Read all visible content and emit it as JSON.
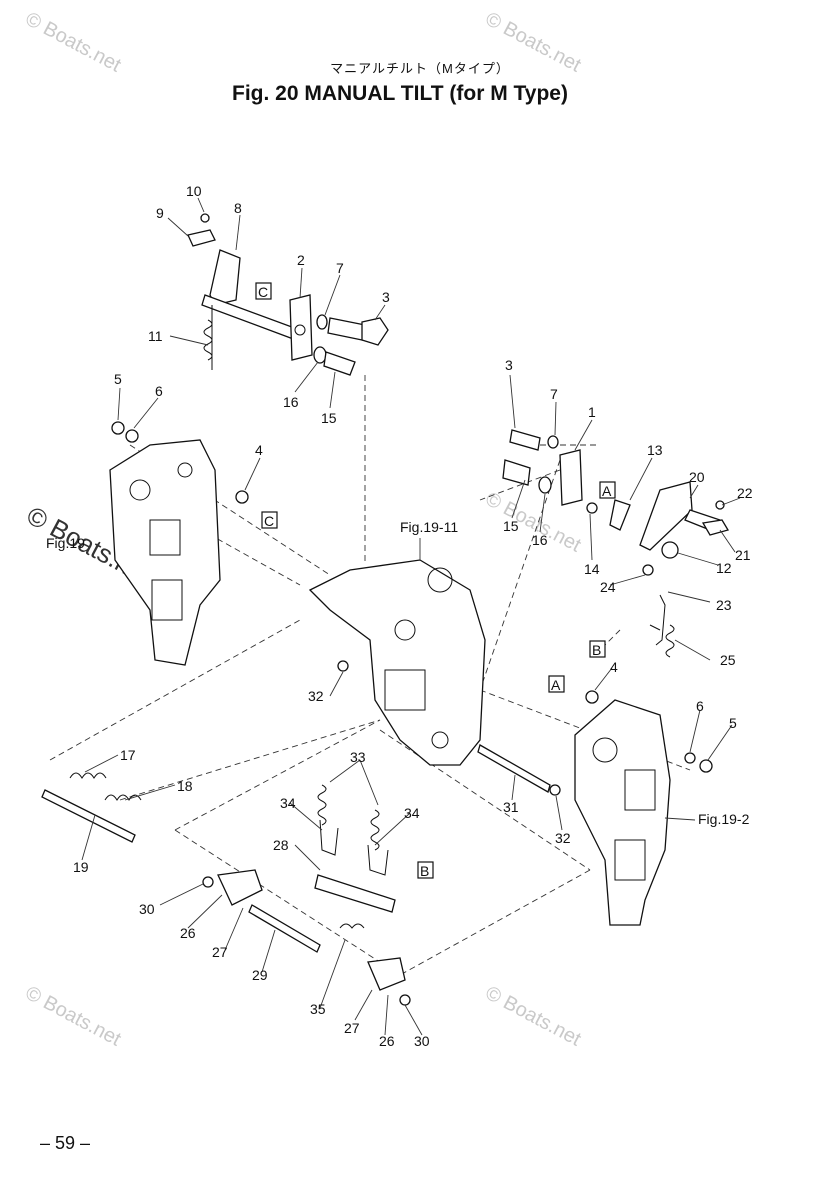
{
  "header": {
    "jp_title": "マニアルチルト（Mタイプ）",
    "title": "Fig. 20   MANUAL TILT (for M Type)"
  },
  "watermarks": {
    "small": "© Boats.net",
    "large": "© Boats.net"
  },
  "diagram": {
    "labels": [
      {
        "id": "10",
        "text": "10"
      },
      {
        "id": "9",
        "text": "9"
      },
      {
        "id": "8",
        "text": "8"
      },
      {
        "id": "2",
        "text": "2"
      },
      {
        "id": "7a",
        "text": "7"
      },
      {
        "id": "3a",
        "text": "3"
      },
      {
        "id": "11",
        "text": "11"
      },
      {
        "id": "16a",
        "text": "16"
      },
      {
        "id": "15a",
        "text": "15"
      },
      {
        "id": "5a",
        "text": "5"
      },
      {
        "id": "6a",
        "text": "6"
      },
      {
        "id": "4a",
        "text": "4"
      },
      {
        "id": "3b",
        "text": "3"
      },
      {
        "id": "7b",
        "text": "7"
      },
      {
        "id": "1",
        "text": "1"
      },
      {
        "id": "13",
        "text": "13"
      },
      {
        "id": "20",
        "text": "20"
      },
      {
        "id": "22",
        "text": "22"
      },
      {
        "id": "21",
        "text": "21"
      },
      {
        "id": "12",
        "text": "12"
      },
      {
        "id": "15b",
        "text": "15"
      },
      {
        "id": "16b",
        "text": "16"
      },
      {
        "id": "14",
        "text": "14"
      },
      {
        "id": "24",
        "text": "24"
      },
      {
        "id": "23",
        "text": "23"
      },
      {
        "id": "25",
        "text": "25"
      },
      {
        "id": "4b",
        "text": "4"
      },
      {
        "id": "6b",
        "text": "6"
      },
      {
        "id": "5b",
        "text": "5"
      },
      {
        "id": "32a",
        "text": "32"
      },
      {
        "id": "17",
        "text": "17"
      },
      {
        "id": "18",
        "text": "18"
      },
      {
        "id": "19",
        "text": "19"
      },
      {
        "id": "33",
        "text": "33"
      },
      {
        "id": "34a",
        "text": "34"
      },
      {
        "id": "34b",
        "text": "34"
      },
      {
        "id": "28",
        "text": "28"
      },
      {
        "id": "31",
        "text": "31"
      },
      {
        "id": "32b",
        "text": "32"
      },
      {
        "id": "30a",
        "text": "30"
      },
      {
        "id": "26a",
        "text": "26"
      },
      {
        "id": "27a",
        "text": "27"
      },
      {
        "id": "29",
        "text": "29"
      },
      {
        "id": "35",
        "text": "35"
      },
      {
        "id": "27b",
        "text": "27"
      },
      {
        "id": "26b",
        "text": "26"
      },
      {
        "id": "30b",
        "text": "30"
      }
    ],
    "refs": {
      "fig19_11": "Fig.19-11",
      "fig19_2": "Fig.19-2",
      "fig19_left": "Fig.19"
    },
    "callouts": {
      "C": "C",
      "A": "A",
      "B": "B"
    }
  },
  "footer": {
    "page": "– 59 –"
  }
}
